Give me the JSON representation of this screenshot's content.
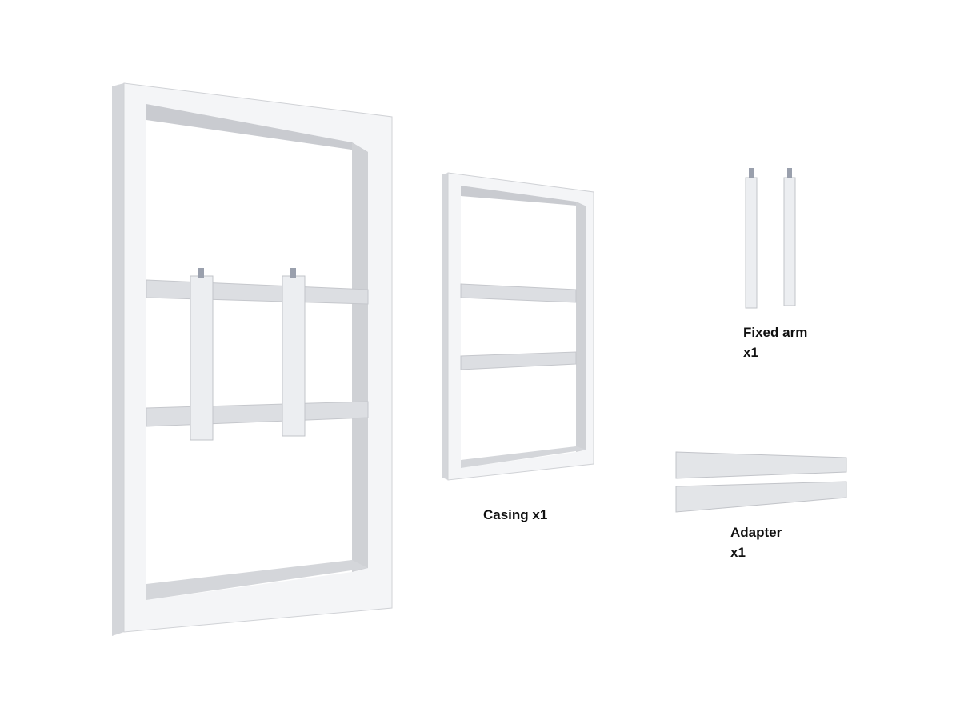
{
  "parts": {
    "casing": {
      "name": "Casing x1"
    },
    "fixed_arm": {
      "name": "Fixed arm",
      "qty": "x1"
    },
    "adapter": {
      "name": "Adapter",
      "qty": "x1"
    }
  },
  "colors": {
    "metal_light": "#f3f4f6",
    "metal_mid": "#d9dbdf",
    "metal_dark": "#b9bcc2",
    "slot": "#8d9097"
  }
}
